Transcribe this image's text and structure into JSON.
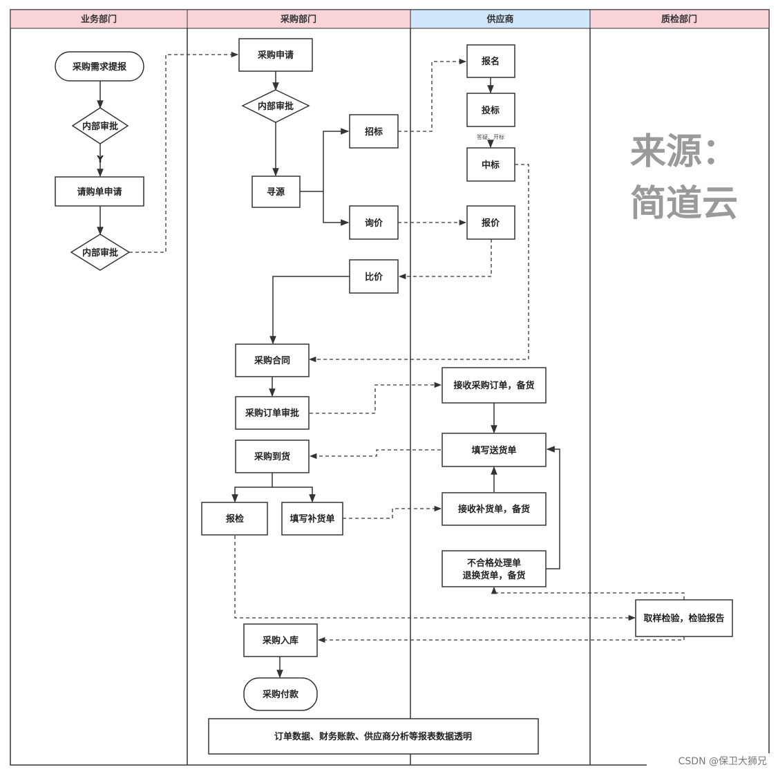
{
  "lanes": [
    {
      "id": "business",
      "label": "业务部门",
      "color": "#f8d3d8"
    },
    {
      "id": "purchasing",
      "label": "采购部门",
      "color": "#f8d3d8"
    },
    {
      "id": "supplier",
      "label": "供应商",
      "color": "#cfe6fb"
    },
    {
      "id": "qc",
      "label": "质检部门",
      "color": "#f8d3d8"
    }
  ],
  "nodes": {
    "req_submit": "采购需求提报",
    "internal_approval_1": "内部审批",
    "yes_label": "Y",
    "requisition": "请购单申请",
    "internal_approval_2": "内部审批",
    "purchase_request": "采购申请",
    "internal_approval_3": "内部审批",
    "sourcing": "寻源",
    "bidding": "招标",
    "inquiry": "询价",
    "compare": "比价",
    "contract": "采购合同",
    "po_approval": "采购订单审批",
    "arrival": "采购到货",
    "inspection_request": "报检",
    "replenish_form": "填写补货单",
    "warehouse": "采购入库",
    "payment": "采购付款",
    "register": "报名",
    "bid_submit": "投标",
    "qa_open": "答疑、开标",
    "win_bid": "中标",
    "quote": "报价",
    "receive_po": "接收采购订单，备货",
    "delivery_note": "填写送货单",
    "receive_replenish": "接收补货单，备货",
    "nonconform_line1": "不合格处理单",
    "nonconform_line2": "退换货单，备货",
    "sampling": "取样检验，检验报告",
    "reporting": "订单数据、财务账款、供应商分析等报表数据透明"
  },
  "watermark": {
    "line1": "来源：",
    "line2": "简道云"
  },
  "credit": "CSDN @保卫大狮兄"
}
